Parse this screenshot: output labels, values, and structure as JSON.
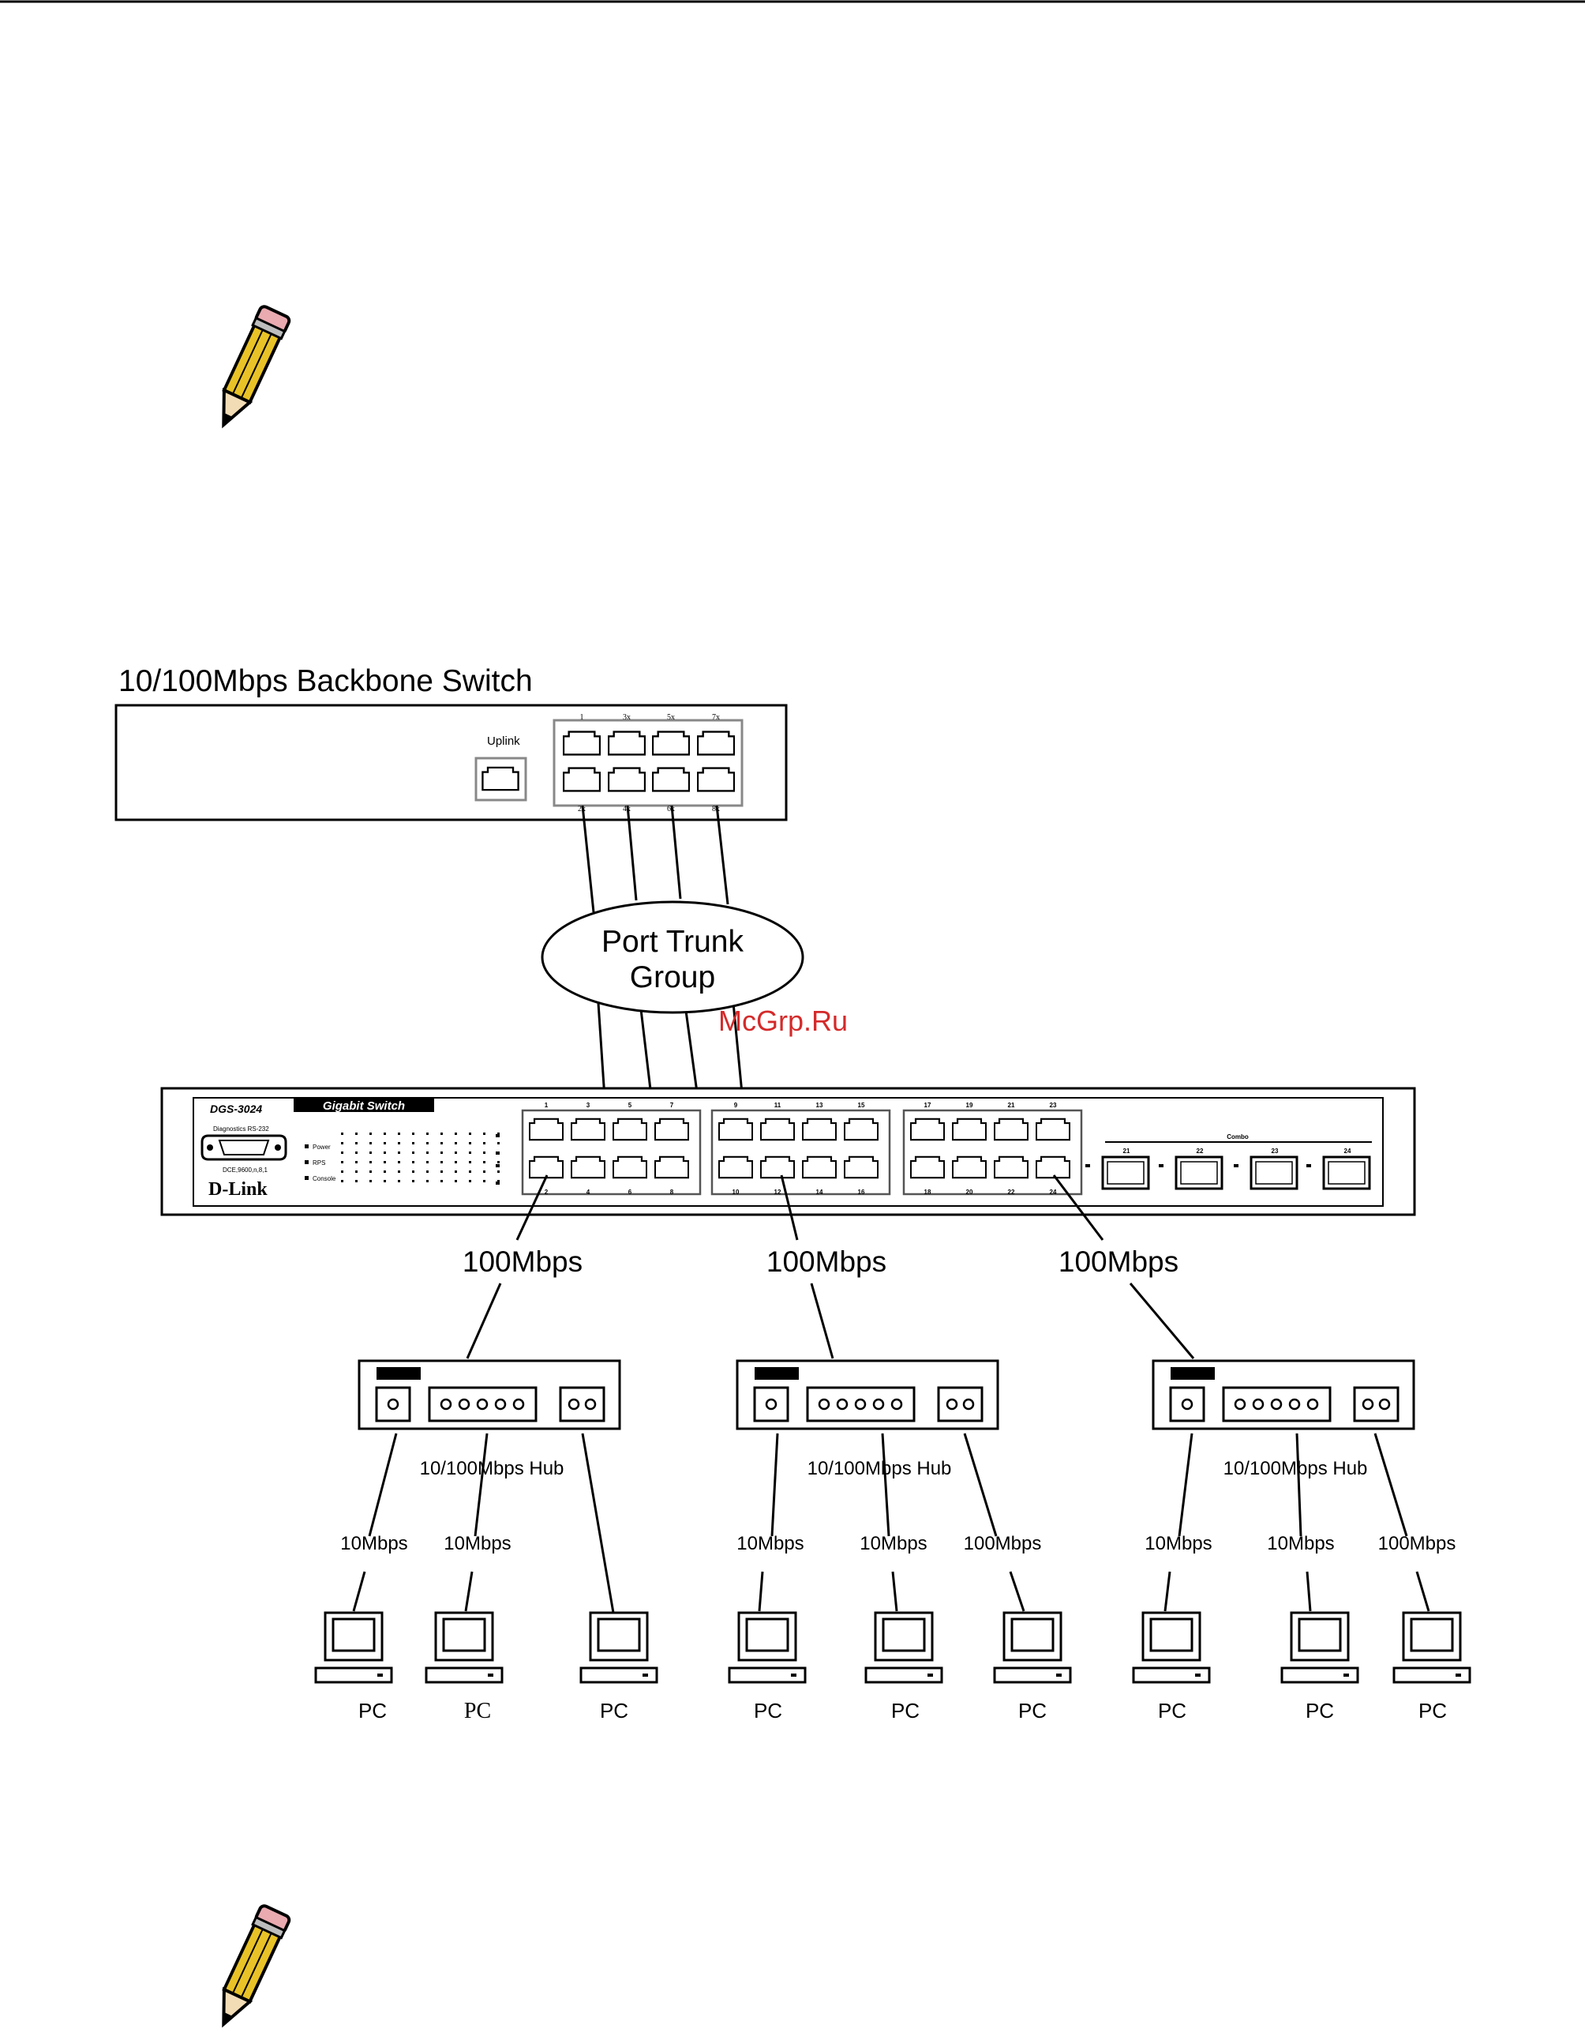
{
  "backbone": {
    "title": "10/100Mbps Backbone Switch",
    "uplink_label": "Uplink",
    "port_top_labels": [
      "1",
      "3x",
      "5x",
      "7x"
    ],
    "port_bottom_labels": [
      "2x",
      "4x",
      "6x",
      "8x"
    ]
  },
  "trunk": {
    "line1": "Port Trunk",
    "line2": "Group"
  },
  "watermark": "McGrp.Ru",
  "dgs": {
    "model": "DGS-3024",
    "badge": "Gigabit Switch",
    "brand": "D-Link",
    "diag_label": "Diagnostics RS-232",
    "serial_label": "DCE,9600,n,8,1",
    "led_labels": [
      "Power",
      "RPS",
      "Console"
    ],
    "combo_label": "Combo",
    "combo_ports": [
      "21",
      "22",
      "23",
      "24"
    ],
    "group_top_labels": [
      [
        "1",
        "3",
        "5",
        "7"
      ],
      [
        "9",
        "11",
        "13",
        "15"
      ],
      [
        "17",
        "19",
        "21",
        "23"
      ]
    ],
    "group_bottom_labels": [
      [
        "2",
        "4",
        "6",
        "8"
      ],
      [
        "10",
        "12",
        "14",
        "16"
      ],
      [
        "18",
        "20",
        "22",
        "24"
      ]
    ]
  },
  "uplinks": [
    "100Mbps",
    "100Mbps",
    "100Mbps"
  ],
  "hubs": [
    {
      "label": "10/100Mbps Hub",
      "links": [
        "10Mbps",
        "10Mbps"
      ],
      "pcs": [
        "PC",
        "PC",
        "PC"
      ]
    },
    {
      "label": "10/100Mbps Hub",
      "links": [
        "10Mbps",
        "10Mbps",
        "100Mbps"
      ],
      "pcs": [
        "PC",
        "PC",
        "PC"
      ]
    },
    {
      "label": "10/100Mbps Hub",
      "links": [
        "10Mbps",
        "10Mbps",
        "100Mbps"
      ],
      "pcs": [
        "PC",
        "PC",
        "PC"
      ]
    }
  ],
  "icons": [
    "note-pencil-icon",
    "note-pencil-icon"
  ]
}
